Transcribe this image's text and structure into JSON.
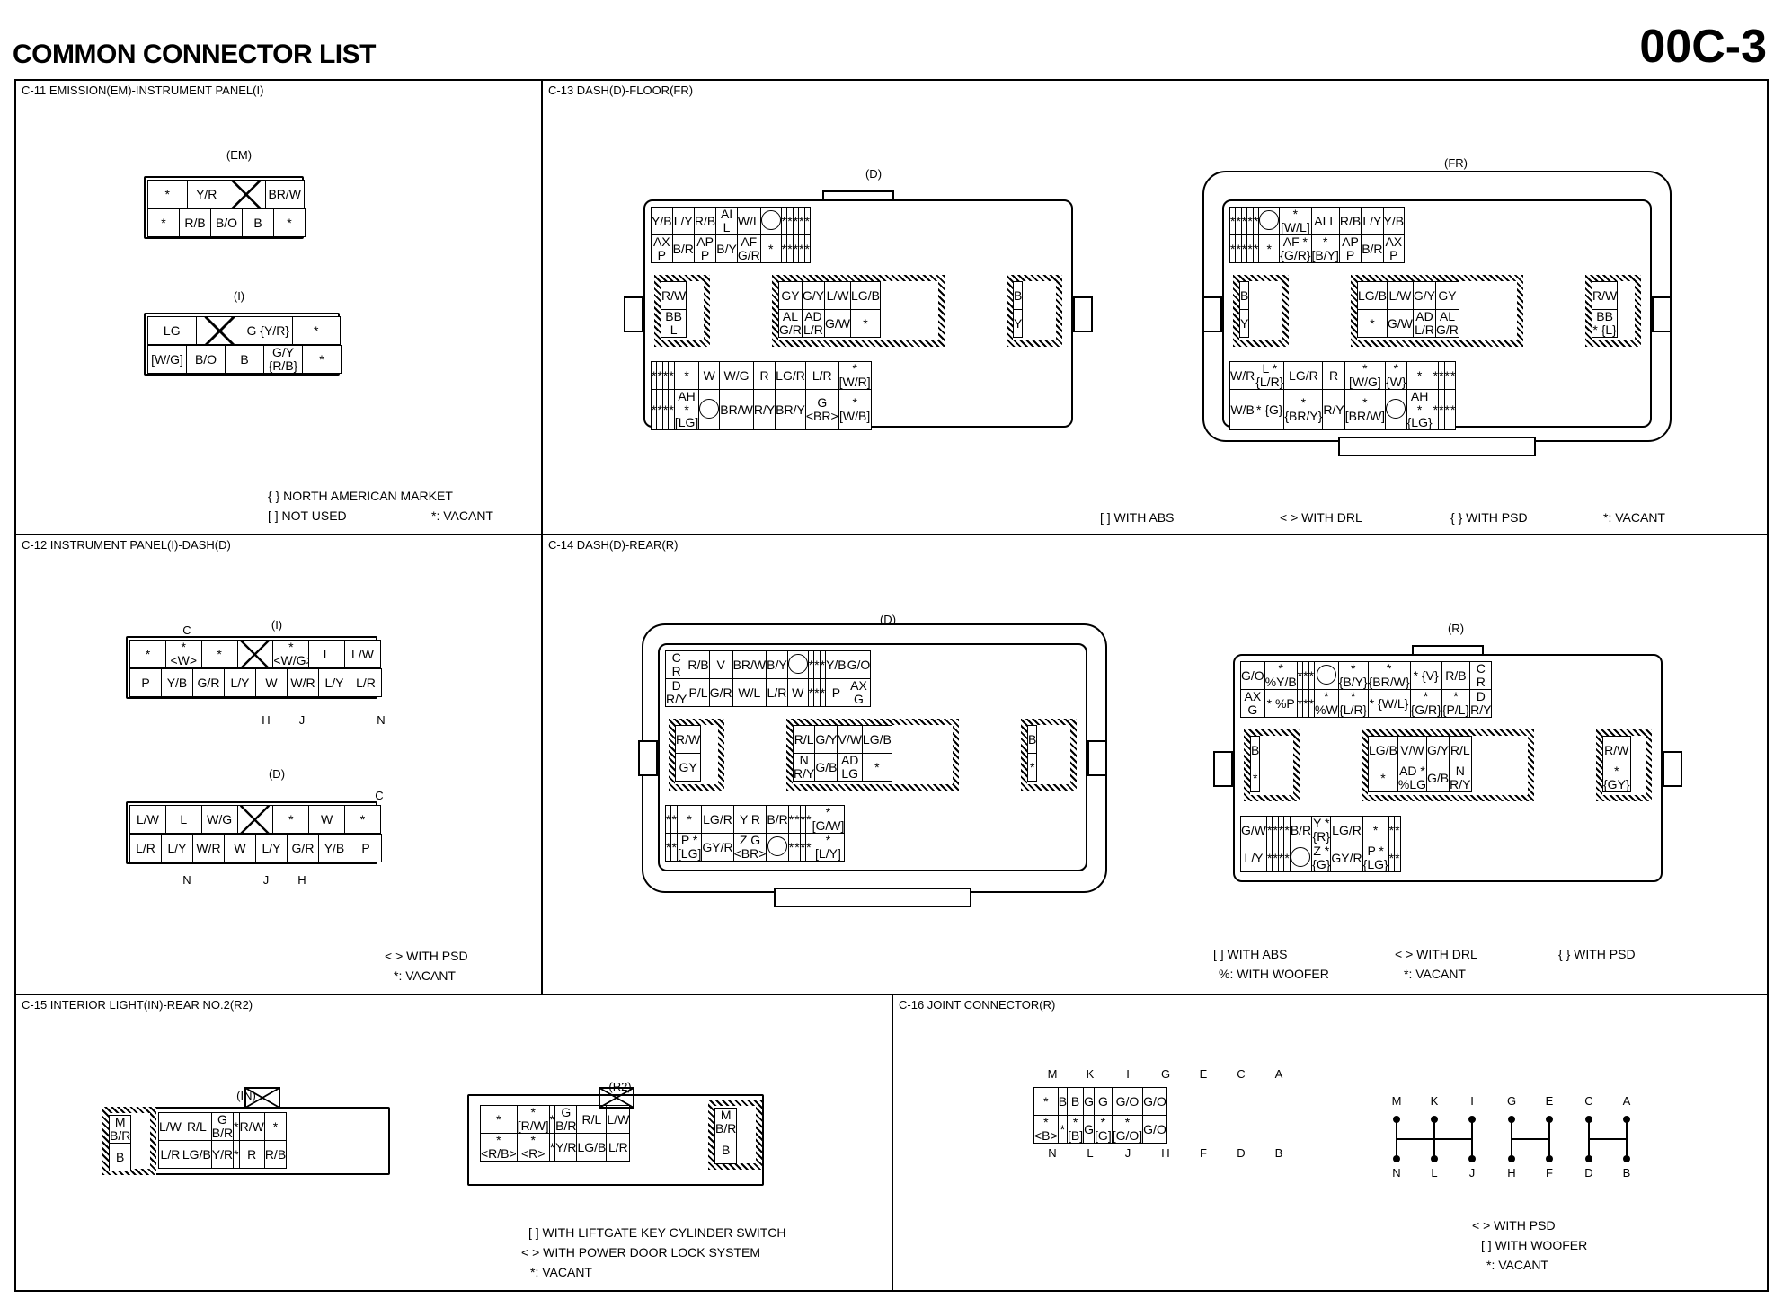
{
  "page": {
    "title": "COMMON CONNECTOR LIST",
    "number": "00C-3"
  },
  "c11": {
    "title": "C-11 EMISSION(EM)-INSTRUMENT PANEL(I)",
    "em_label": "(EM)",
    "em_rows": [
      [
        "*",
        "Y/R",
        "X",
        "BR/W"
      ],
      [
        "*",
        "R/B",
        "B/O",
        "B",
        "*"
      ]
    ],
    "i_label": "(I)",
    "i_rows": [
      [
        "LG",
        "X",
        "G {Y/R}",
        "*"
      ],
      [
        "[W/G]",
        "B/O",
        "B",
        "G/Y {R/B}",
        "*"
      ]
    ],
    "legend1": "{ } NORTH AMERICAN MARKET",
    "legend2": "[ ] NOT USED",
    "legend3": "*: VACANT"
  },
  "c12": {
    "title": "C-12 INSTRUMENT PANEL(I)-DASH(D)",
    "i_label": "(I)",
    "i_top": "C",
    "i_rows": [
      [
        "*",
        "* <W>",
        "*",
        "X",
        "* <W/G>",
        "L",
        "L/W"
      ],
      [
        "P",
        "Y/B",
        "G/R",
        "L/Y",
        "W",
        "W/R",
        "L/Y",
        "L/R"
      ]
    ],
    "i_bottom": [
      "H",
      "J",
      "N"
    ],
    "d_label": "(D)",
    "d_top": "C",
    "d_rows": [
      [
        "L/W",
        "L",
        "W/G",
        "X",
        "*",
        "W",
        "*"
      ],
      [
        "L/R",
        "L/Y",
        "W/R",
        "W",
        "L/Y",
        "G/R",
        "Y/B",
        "P"
      ]
    ],
    "d_bottom": [
      "N",
      "J",
      "H"
    ],
    "legend1": "< > WITH PSD",
    "legend2": "*: VACANT"
  },
  "c13": {
    "title": "C-13 DASH(D)-FLOOR(FR)",
    "d_label": "(D)",
    "d_top": [
      [
        "Y/B",
        "L/Y",
        "R/B",
        "AI L",
        "W/L",
        "O",
        "*",
        "*",
        "*",
        "*",
        "*"
      ],
      [
        "AX P",
        "B/R",
        "AP P",
        "B/Y",
        "AF G/R",
        "*",
        "*",
        "*",
        "*",
        "*",
        "*"
      ]
    ],
    "d_left": [
      [
        "R/W"
      ],
      [
        "BB L"
      ]
    ],
    "d_mid": [
      [
        "GY",
        "G/Y",
        "L/W",
        "LG/B"
      ],
      [
        "AL G/R",
        "AD L/R",
        "G/W",
        "*"
      ]
    ],
    "d_right": [
      [
        "B"
      ],
      [
        "Y"
      ]
    ],
    "d_bot": [
      [
        "*",
        "*",
        "*",
        "*",
        "*",
        "W",
        "W/G",
        "R",
        "LG/R",
        "L/R",
        "* [W/R]"
      ],
      [
        "*",
        "*",
        "*",
        "*",
        "AH * [LG]",
        "O",
        "BR/W",
        "R/Y",
        "BR/Y",
        "G <BR>",
        "* [W/B]"
      ]
    ],
    "fr_label": "(FR)",
    "fr_top": [
      [
        "*",
        "*",
        "*",
        "*",
        "*",
        "O",
        "* [W/L]",
        "AI L",
        "R/B",
        "L/Y",
        "Y/B"
      ],
      [
        "*",
        "*",
        "*",
        "*",
        "*",
        "*",
        "AF * {G/R}",
        "* [B/Y]",
        "AP P",
        "B/R",
        "AX P"
      ]
    ],
    "fr_left": [
      [
        "B"
      ],
      [
        "Y"
      ]
    ],
    "fr_mid": [
      [
        "LG/B",
        "L/W",
        "G/Y",
        "GY"
      ],
      [
        "*",
        "G/W",
        "AD L/R",
        "AL G/R"
      ]
    ],
    "fr_right": [
      [
        "R/W"
      ],
      [
        "BB * {L}"
      ]
    ],
    "fr_bot": [
      [
        "W/R",
        "L * {L/R}",
        "LG/R",
        "R",
        "* [W/G]",
        "* {W}",
        "*",
        "*",
        "*",
        "*",
        "*"
      ],
      [
        "W/B",
        "* {G}",
        "* {BR/Y}",
        "R/Y",
        "* [BR/W]",
        "O",
        "AH * {LG}",
        "*",
        "*",
        "*",
        "*"
      ]
    ],
    "legend1": "[ ] WITH ABS",
    "legend2": "< > WITH DRL",
    "legend3": "{ } WITH PSD",
    "legend4": "*: VACANT"
  },
  "c14": {
    "title": "C-14 DASH(D)-REAR(R)",
    "d_label": "(D)",
    "d_top": [
      [
        "C R",
        "R/B",
        "V",
        "BR/W",
        "B/Y",
        "O",
        "*",
        "*",
        "*",
        "Y/B",
        "G/O"
      ],
      [
        "D R/Y",
        "P/L",
        "G/R",
        "W/L",
        "L/R",
        "W",
        "*",
        "*",
        "*",
        "P",
        "AX G"
      ]
    ],
    "d_left": [
      [
        "R/W"
      ],
      [
        "GY"
      ]
    ],
    "d_mid": [
      [
        "R/L",
        "G/Y",
        "V/W",
        "LG/B"
      ],
      [
        "N R/Y",
        "G/B",
        "AD LG",
        "*"
      ]
    ],
    "d_right": [
      [
        "B"
      ],
      [
        "*"
      ]
    ],
    "d_bot": [
      [
        "*",
        "*",
        "*",
        "LG/R",
        "Y R",
        "B/R",
        "*",
        "*",
        "*",
        "*",
        "* [G/W]"
      ],
      [
        "*",
        "*",
        "P * [LG]",
        "GY/R",
        "Z G <BR>",
        "O",
        "*",
        "*",
        "*",
        "*",
        "* [L/Y]"
      ]
    ],
    "r_label": "(R)",
    "r_top": [
      [
        "G/O",
        "* %Y/B",
        "*",
        "*",
        "*",
        "O",
        "* {B/Y}",
        "* {BR/W}",
        "* {V}",
        "R/B",
        "C R"
      ],
      [
        "AX G",
        "* %P",
        "*",
        "*",
        "*",
        "* %W",
        "* {L/R}",
        "* {W/L}",
        "* {G/R}",
        "* {P/L}",
        "D R/Y"
      ]
    ],
    "r_left": [
      [
        "B"
      ],
      [
        "*"
      ]
    ],
    "r_mid": [
      [
        "LG/B",
        "V/W",
        "G/Y",
        "R/L"
      ],
      [
        "*",
        "AD * %LG",
        "G/B",
        "N R/Y"
      ]
    ],
    "r_right": [
      [
        "R/W"
      ],
      [
        "* {GY}"
      ]
    ],
    "r_bot": [
      [
        "G/W",
        "*",
        "*",
        "*",
        "*",
        "B/R",
        "Y * {R}",
        "LG/R",
        "*",
        "*",
        "*"
      ],
      [
        "L/Y",
        "*",
        "*",
        "*",
        "*",
        "O",
        "Z * {G}",
        "GY/R",
        "P * {LG}",
        "*",
        "*"
      ]
    ],
    "legend1": "[ ] WITH ABS",
    "legend2": "< > WITH DRL",
    "legend3": "{ } WITH PSD",
    "legend4": "%: WITH WOOFER",
    "legend5": "*: VACANT"
  },
  "c15": {
    "title": "C-15 INTERIOR LIGHT(IN)-REAR NO.2(R2)",
    "in_label": "(IN)",
    "in_left": [
      [
        "M B/R"
      ],
      [
        "B"
      ]
    ],
    "in_rows": [
      [
        "L/W",
        "R/L",
        "G B/R",
        "*",
        "R/W",
        "*"
      ],
      [
        "L/R",
        "LG/B",
        "Y/R",
        "*",
        "R",
        "R/B"
      ]
    ],
    "r2_label": "(R2)",
    "r2_rows": [
      [
        "*",
        "* [R/W]",
        "*",
        "G B/R",
        "R/L",
        "L/W"
      ],
      [
        "* <R/B>",
        "* <R>",
        "*",
        "Y/R",
        "LG/B",
        "L/R"
      ]
    ],
    "r2_right": [
      [
        "M B/R"
      ],
      [
        "B"
      ]
    ],
    "legend1": "[ ] WITH LIFTGATE KEY CYLINDER SWITCH",
    "legend2": "< > WITH POWER DOOR LOCK SYSTEM",
    "legend3": "*: VACANT"
  },
  "c16": {
    "title": "C-16 JOINT CONNECTOR(R)",
    "top_letters": [
      "M",
      "K",
      "I",
      "G",
      "E",
      "C",
      "A"
    ],
    "bottom_letters": [
      "N",
      "L",
      "J",
      "H",
      "F",
      "D",
      "B"
    ],
    "rows": [
      [
        "*",
        "B",
        "B",
        "G",
        "G",
        "G/O",
        "G/O"
      ],
      [
        "* <B>",
        "*",
        "* [B]",
        "G",
        "* [G]",
        "* [G/O]",
        "G/O"
      ]
    ],
    "legend1": "< > WITH PSD",
    "legend2": "[ ] WITH WOOFER",
    "legend3": "*: VACANT"
  }
}
